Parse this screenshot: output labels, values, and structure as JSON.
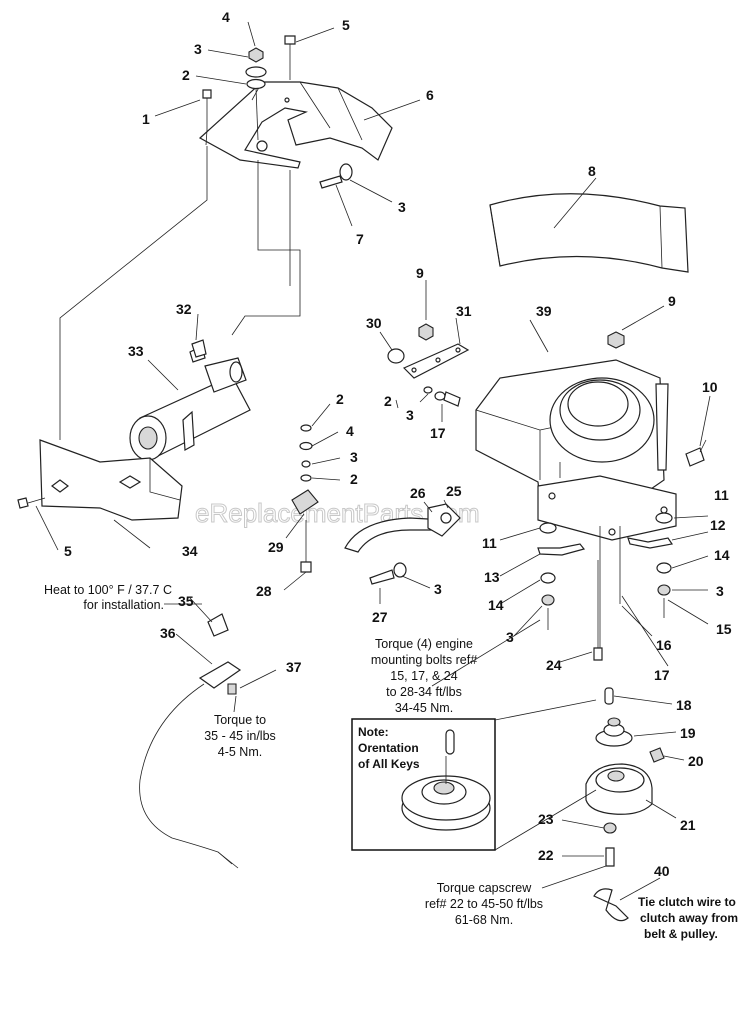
{
  "watermark": "eReplacementParts.com",
  "callouts": {
    "c1": "1",
    "c2a": "2",
    "c2b": "2",
    "c2c": "2",
    "c2d": "2",
    "c3a": "3",
    "c3b": "3",
    "c3c": "3",
    "c3d": "3",
    "c3e": "3",
    "c3f": "3",
    "c3g": "3",
    "c4a": "4",
    "c4b": "4",
    "c5a": "5",
    "c5b": "5",
    "c6": "6",
    "c7": "7",
    "c8": "8",
    "c9a": "9",
    "c9b": "9",
    "c10": "10",
    "c11a": "11",
    "c11b": "11",
    "c12": "12",
    "c13": "13",
    "c14a": "14",
    "c14b": "14",
    "c15": "15",
    "c16": "16",
    "c17a": "17",
    "c17b": "17",
    "c18": "18",
    "c19": "19",
    "c20": "20",
    "c21": "21",
    "c22": "22",
    "c23": "23",
    "c24": "24",
    "c25": "25",
    "c26": "26",
    "c27": "27",
    "c28": "28",
    "c29": "29",
    "c30": "30",
    "c31": "31",
    "c32": "32",
    "c33": "33",
    "c34": "34",
    "c35": "35",
    "c36": "36",
    "c37": "37",
    "c39": "39",
    "c40": "40"
  },
  "notes": {
    "heat_1": "Heat to 100° F / 37.7 C",
    "heat_2": "for installation.",
    "engine_1": "Torque (4) engine",
    "engine_2": "mounting bolts ref#",
    "engine_3": "15, 17, & 24",
    "engine_4": "to 28-34 ft/lbs",
    "engine_5": "34-45 Nm.",
    "cable_1": "Torque to",
    "cable_2": "35 - 45 in/lbs",
    "cable_3": "4-5 Nm.",
    "keys_1": "Note:",
    "keys_2": "Orentation",
    "keys_3": "of All Keys",
    "cap_1": "Torque capscrew",
    "cap_2": "ref# 22 to 45-50 ft/lbs",
    "cap_3": "61-68 Nm.",
    "tie_1": "Tie clutch wire to",
    "tie_2": "clutch away from",
    "tie_3": "belt & pulley."
  }
}
